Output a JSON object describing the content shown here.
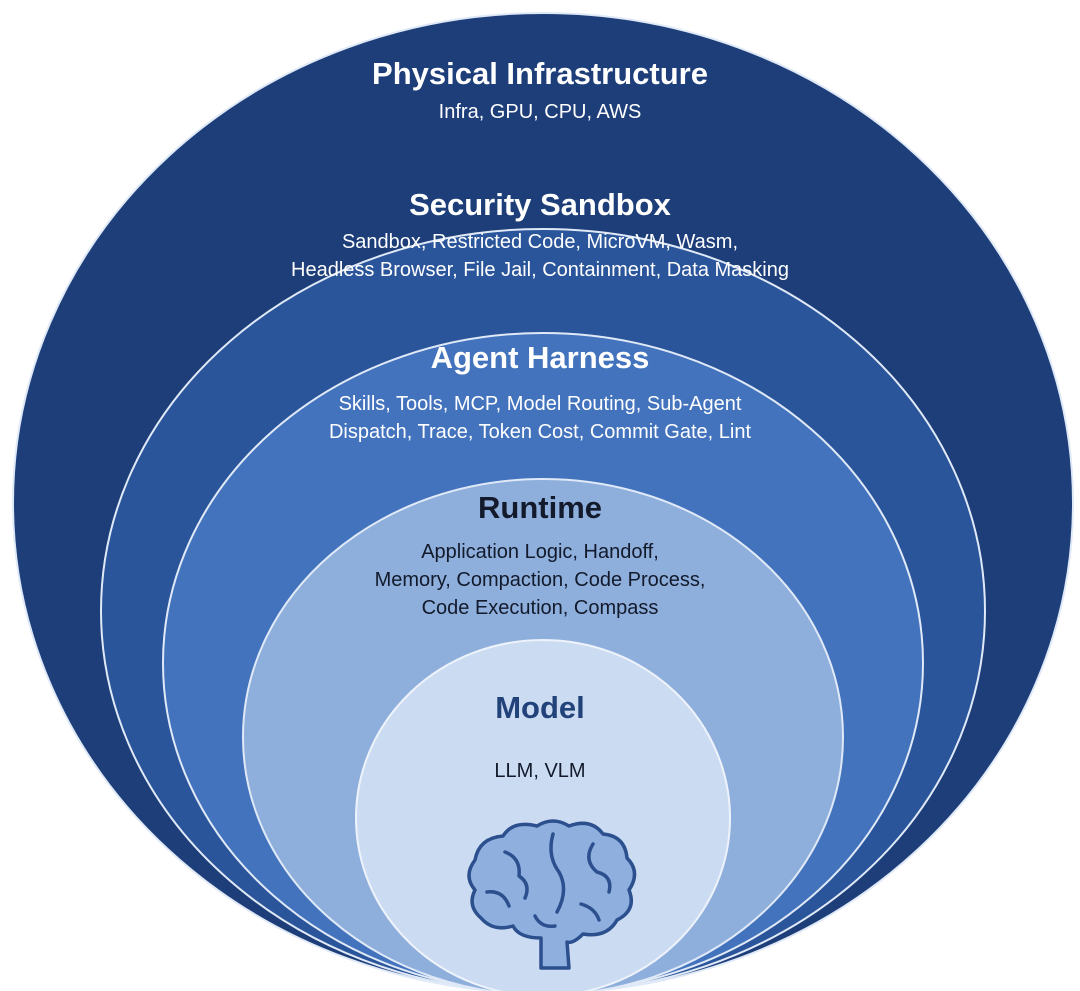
{
  "colors": {
    "page_background": "#ffffff",
    "physical_infrastructure": "#1d3e79",
    "security_sandbox": "#2b559a",
    "agent_harness": "#4373bd",
    "runtime": "#8eaedb",
    "model": "#cbdcf2",
    "ring_border": "#dfe9f7",
    "brain_fill": "#8fb0df",
    "brain_stroke": "#2c4f8e"
  },
  "icons": {
    "model": "brain-icon"
  },
  "layers": {
    "physical_infrastructure": {
      "title": "Physical Infrastructure",
      "lines": [
        "Infra, GPU, CPU, AWS"
      ]
    },
    "security_sandbox": {
      "title": "Security Sandbox",
      "lines": [
        "Sandbox, Restricted Code, MicroVM, Wasm,",
        "Headless Browser, File Jail, Containment, Data Masking"
      ]
    },
    "agent_harness": {
      "title": "Agent Harness",
      "lines": [
        "Skills, Tools, MCP, Model Routing, Sub-Agent",
        "Dispatch, Trace, Token Cost, Commit Gate, Lint"
      ]
    },
    "runtime": {
      "title": "Runtime",
      "lines": [
        "Application Logic, Handoff,",
        "Memory, Compaction, Code Process,",
        "Code Execution, Compass"
      ]
    },
    "model": {
      "title": "Model",
      "lines": [
        "LLM, VLM"
      ]
    }
  }
}
